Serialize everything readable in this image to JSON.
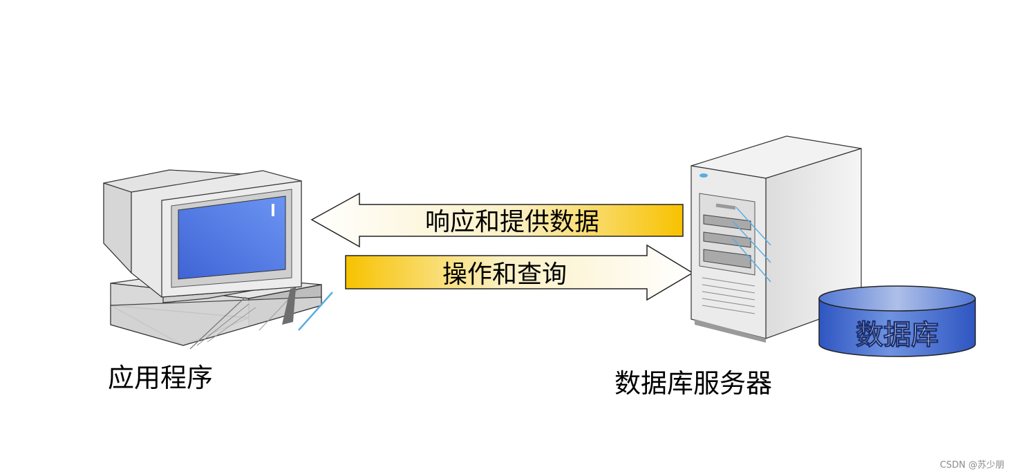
{
  "client": {
    "label": "应用程序",
    "icon": "desktop-computer-icon"
  },
  "server": {
    "label": "数据库服务器",
    "icon": "server-tower-icon"
  },
  "database": {
    "label": "数据库",
    "icon": "database-cylinder-icon",
    "color": "#3e67c8"
  },
  "arrows": {
    "response": {
      "label": "响应和提供数据",
      "direction": "server-to-client"
    },
    "request": {
      "label": "操作和查询",
      "direction": "client-to-server"
    }
  },
  "colors": {
    "arrow_gold": "#f7c200",
    "screen_blue": "#4a74e6"
  },
  "watermark": "CSDN @苏少朋"
}
